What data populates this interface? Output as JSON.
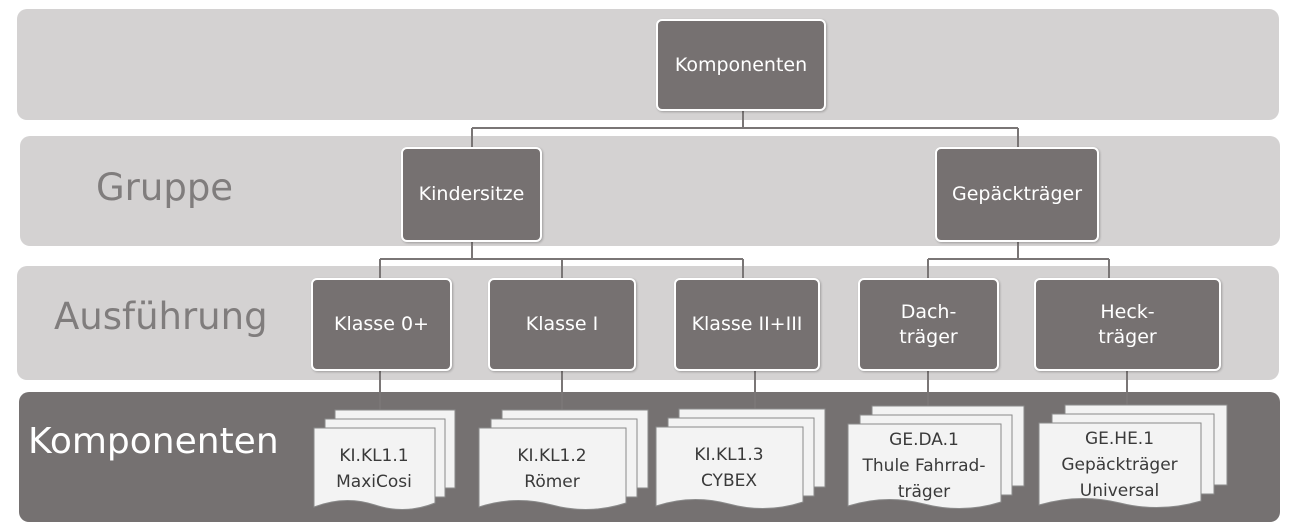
{
  "root": {
    "label": "Komponenten"
  },
  "bands": {
    "gruppe": "Gruppe",
    "ausfuehrung": "Ausführung",
    "komponenten": "Komponenten"
  },
  "gruppen": [
    {
      "label": "Kindersitze"
    },
    {
      "label": "Gepäckträger"
    }
  ],
  "ausfuehrungen": [
    {
      "label": "Klasse 0+"
    },
    {
      "label": "Klasse I"
    },
    {
      "label": "Klasse II+III"
    },
    {
      "label": "Dach-\nträger"
    },
    {
      "label": "Heck-\nträger"
    }
  ],
  "komponenten": [
    {
      "label": "KI.KL1.1\nMaxiCosi"
    },
    {
      "label": "KI.KL1.2\nRömer"
    },
    {
      "label": "KI.KL1.3\nCYBEX"
    },
    {
      "label": "GE.DA.1\nThule Fahrrad-\nträger"
    },
    {
      "label": "GE.HE.1\nGepäckträger\nUniversal"
    }
  ],
  "colors": {
    "band_light": "#d4d2d2",
    "band_dark": "#757171",
    "node_fill": "#767171",
    "connector": "#7a7676",
    "document_fill": "#f3f3f3"
  }
}
